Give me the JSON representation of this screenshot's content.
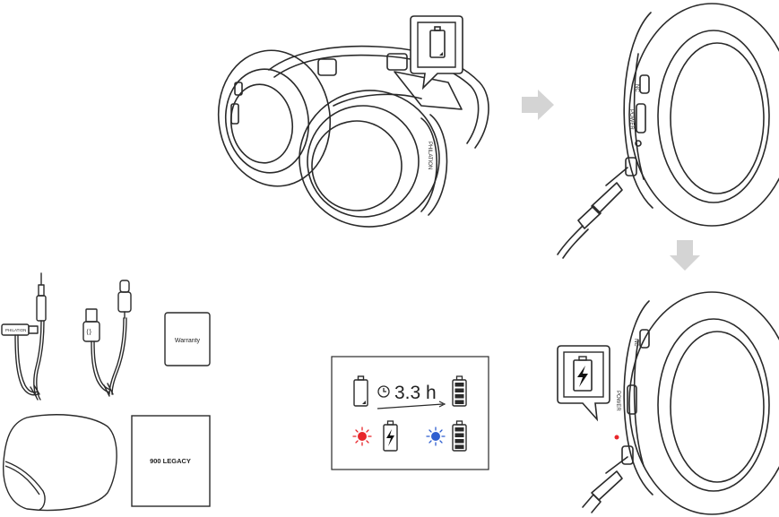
{
  "headphone": {
    "brand": "PHILATION",
    "buttons": {
      "nc": "NC",
      "power": "POWER"
    }
  },
  "accessories": {
    "warranty_card": "Warranty",
    "manual_title": "900 LEGACY",
    "aux_plug_brand": "PHILATION"
  },
  "charging_panel": {
    "charge_time": "3.3 h",
    "charging_led_color": "#e8262b",
    "full_led_color": "#2f5fd0"
  },
  "arrows": {
    "color": "#d4d4d4"
  },
  "icons": [
    "battery-low-icon",
    "clock-icon",
    "battery-full-icon",
    "charging-bolt-icon",
    "red-led-icon",
    "blue-led-icon",
    "arrow-right-icon",
    "arrow-down-icon",
    "usb-c-cable-icon",
    "aux-cable-icon"
  ]
}
